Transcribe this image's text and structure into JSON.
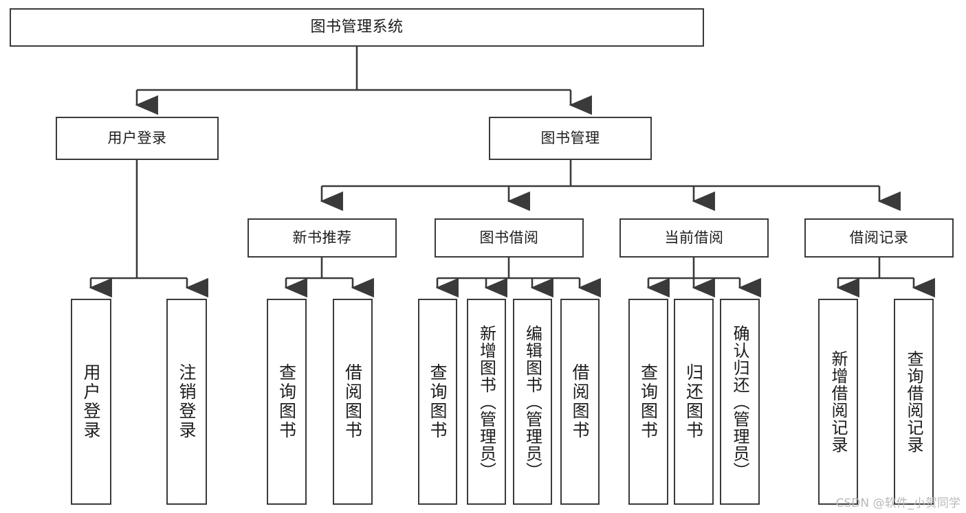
{
  "diagram": {
    "type": "tree-hierarchy",
    "title": "图书管理系统",
    "watermark": "CSDN @软件_小贺同学",
    "colors": {
      "stroke": "#3a3a3a",
      "fill": "#ffffff",
      "text": "#1c1c1c",
      "watermark": "#b9b9b9"
    },
    "nodes": {
      "root": {
        "label": "图书管理系统"
      },
      "level2": [
        {
          "id": "user-login",
          "label": "用户登录"
        },
        {
          "id": "book-manage",
          "label": "图书管理"
        }
      ],
      "level3": [
        {
          "id": "new-book-recommend",
          "label": "新书推荐"
        },
        {
          "id": "book-borrow",
          "label": "图书借阅"
        },
        {
          "id": "current-borrow",
          "label": "当前借阅"
        },
        {
          "id": "borrow-record",
          "label": "借阅记录"
        }
      ],
      "leaves": {
        "user_login": [
          {
            "id": "leaf-user-login",
            "label": "用户登录"
          },
          {
            "id": "leaf-logout-login",
            "label": "注销登录"
          }
        ],
        "new_book_recommend": [
          {
            "id": "leaf-query-book-1",
            "label": "查询图书"
          },
          {
            "id": "leaf-borrow-book-1",
            "label": "借阅图书"
          }
        ],
        "book_borrow": [
          {
            "id": "leaf-query-book-2",
            "label": "查询图书"
          },
          {
            "id": "leaf-add-book",
            "label": "新增图书（管理员）"
          },
          {
            "id": "leaf-edit-book",
            "label": "编辑图书（管理员）"
          },
          {
            "id": "leaf-borrow-book-2",
            "label": "借阅图书"
          }
        ],
        "current_borrow": [
          {
            "id": "leaf-query-book-3",
            "label": "查询图书"
          },
          {
            "id": "leaf-return-book",
            "label": "归还图书"
          },
          {
            "id": "leaf-confirm-return",
            "label": "确认归还（管理员）"
          }
        ],
        "borrow_record": [
          {
            "id": "leaf-add-record",
            "label": "新增借阅记录"
          },
          {
            "id": "leaf-query-record",
            "label": "查询借阅记录"
          }
        ]
      }
    }
  }
}
